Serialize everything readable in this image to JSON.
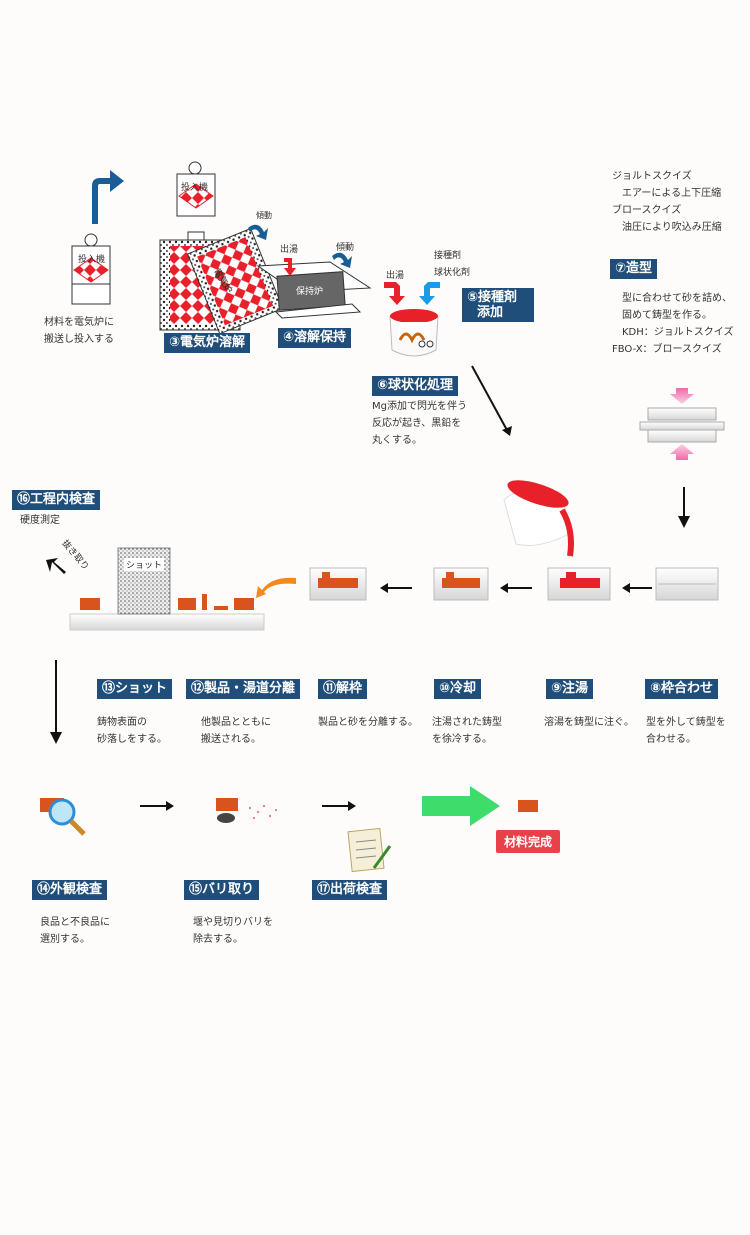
{
  "intro": {
    "hopper_label": "投入機",
    "material_desc": [
      "材料を電気炉に",
      "搬送し投入する"
    ]
  },
  "step3": {
    "label": "③電気炉溶解",
    "hopper_label": "投入機",
    "furnace_label": "電気炉",
    "tilt_label": "傾動"
  },
  "step4": {
    "label": "④溶解保持",
    "tap_label": "出湯",
    "tilt_label": "傾動",
    "furnace_label": "保持炉"
  },
  "step5": {
    "label_line1": "⑤接種剤",
    "label_line2": "添加",
    "tap_label": "出湯",
    "inoculant": "接種剤",
    "spheroidizer": "球状化剤"
  },
  "step6": {
    "label": "⑥球状化処理",
    "desc": [
      "Mg添加で閃光を伴う",
      "反応が起き、黒鉛を",
      "丸くする。"
    ]
  },
  "step7": {
    "top_notes": [
      "ジョルトスクイズ",
      "エアーによる上下圧縮",
      "ブロースクイズ",
      "油圧により吹込み圧縮"
    ],
    "label": "⑦造型",
    "desc": [
      "型に合わせて砂を詰め、",
      "固めて鋳型を作る。",
      "KDH：ジョルトスクイズ",
      "FBO-X：ブロースクイズ"
    ]
  },
  "step16": {
    "label": "⑯工程内検査",
    "sub": "硬度測定",
    "pull_label": "抜き取り",
    "shot_box": "ショット"
  },
  "mid_steps": [
    {
      "label": "⑬ショット",
      "desc": [
        "鋳物表面の",
        "砂落しをする。"
      ]
    },
    {
      "label": "⑫製品・湯道分離",
      "desc": [
        "他製品とともに",
        "搬送される。"
      ]
    },
    {
      "label": "⑪解枠",
      "desc": [
        "製品と砂を分離する。"
      ]
    },
    {
      "label": "⑩冷却",
      "desc": [
        "注湯された鋳型",
        "を徐冷する。"
      ]
    },
    {
      "label": "⑨注湯",
      "desc": [
        "溶湯を鋳型に注ぐ。"
      ]
    },
    {
      "label": "⑧枠合わせ",
      "desc": [
        "型を外して鋳型を",
        "合わせる。"
      ]
    }
  ],
  "bottom_steps": [
    {
      "label": "⑭外観検査",
      "desc": [
        "良品と不良品に",
        "選別する。"
      ]
    },
    {
      "label": "⑮バリ取り",
      "desc": [
        "堰や見切りバリを",
        "除去する。"
      ]
    },
    {
      "label": "⑰出荷検査",
      "desc": []
    }
  ],
  "complete": "材料完成",
  "colors": {
    "step_bg": "#1f4e7a",
    "accent_red": "#e8202a",
    "green_arrow": "#3ddc6b",
    "casting": "#d9531e",
    "complete_bg": "#e8414a"
  }
}
